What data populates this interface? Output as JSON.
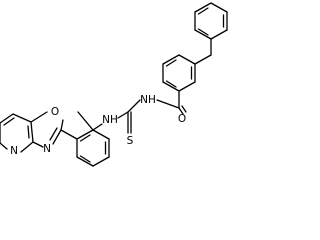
{
  "molecule": {
    "atoms": {
      "amide_o": "O",
      "amide_nh": "NH",
      "thio_s": "S",
      "aryl_nh": "NH",
      "oxazole_o": "O",
      "oxazole_n": "N",
      "pyridine_n": "N"
    }
  },
  "colors": {
    "ink": "#000000",
    "background": "#ffffff"
  }
}
